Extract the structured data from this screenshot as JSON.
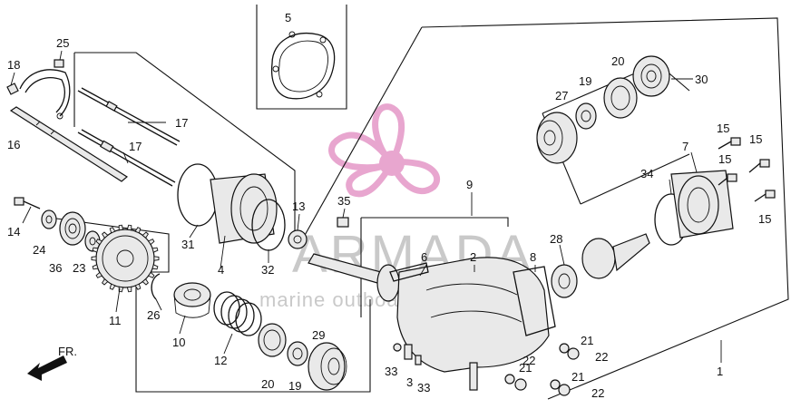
{
  "diagram": {
    "callouts": [
      {
        "id": "c5",
        "text": "5"
      },
      {
        "id": "c25",
        "text": "25"
      },
      {
        "id": "c18",
        "text": "18"
      },
      {
        "id": "c16",
        "text": "16"
      },
      {
        "id": "c17a",
        "text": "17"
      },
      {
        "id": "c17b",
        "text": "17"
      },
      {
        "id": "c14",
        "text": "14"
      },
      {
        "id": "c24",
        "text": "24"
      },
      {
        "id": "c36",
        "text": "36"
      },
      {
        "id": "c23",
        "text": "23"
      },
      {
        "id": "c11",
        "text": "11"
      },
      {
        "id": "c26",
        "text": "26"
      },
      {
        "id": "c10",
        "text": "10"
      },
      {
        "id": "c12",
        "text": "12"
      },
      {
        "id": "c20a",
        "text": "20"
      },
      {
        "id": "c19a",
        "text": "19"
      },
      {
        "id": "c29",
        "text": "29"
      },
      {
        "id": "c31",
        "text": "31"
      },
      {
        "id": "c4",
        "text": "4"
      },
      {
        "id": "c32",
        "text": "32"
      },
      {
        "id": "c13",
        "text": "13"
      },
      {
        "id": "c35",
        "text": "35"
      },
      {
        "id": "c9",
        "text": "9"
      },
      {
        "id": "c6",
        "text": "6"
      },
      {
        "id": "c2",
        "text": "2"
      },
      {
        "id": "c8",
        "text": "8"
      },
      {
        "id": "c28",
        "text": "28"
      },
      {
        "id": "c27",
        "text": "27"
      },
      {
        "id": "c19b",
        "text": "19"
      },
      {
        "id": "c20b",
        "text": "20"
      },
      {
        "id": "c30",
        "text": "30"
      },
      {
        "id": "c7",
        "text": "7"
      },
      {
        "id": "c34",
        "text": "34"
      },
      {
        "id": "c15a",
        "text": "15"
      },
      {
        "id": "c15b",
        "text": "15"
      },
      {
        "id": "c15c",
        "text": "15"
      },
      {
        "id": "c15d",
        "text": "15"
      },
      {
        "id": "c1",
        "text": "1"
      },
      {
        "id": "c21a",
        "text": "21"
      },
      {
        "id": "c22a",
        "text": "22"
      },
      {
        "id": "c21b",
        "text": "21"
      },
      {
        "id": "c22b",
        "text": "22"
      },
      {
        "id": "c21c",
        "text": "21"
      },
      {
        "id": "c22c",
        "text": "22"
      },
      {
        "id": "c33a",
        "text": "33"
      },
      {
        "id": "c3",
        "text": "3"
      },
      {
        "id": "c33b",
        "text": "33"
      }
    ],
    "front_marker": "FR."
  },
  "watermark": {
    "title": "ARMADA",
    "subtitle": "marine outboards",
    "color": "#e8a6cf"
  }
}
